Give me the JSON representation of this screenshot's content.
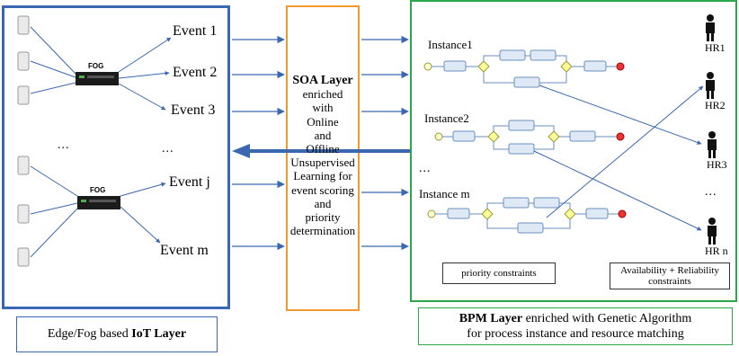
{
  "events": [
    "Event 1",
    "Event 2",
    "Event 3",
    "Event j",
    "Event m"
  ],
  "ellipsis_left": "...",
  "ellipsis_mid": "...",
  "fog_label": "FOG",
  "soa": {
    "title": "SOA Layer",
    "lines": [
      "enriched",
      "with",
      "Online",
      "and",
      "Offline",
      "Unsupervised",
      "Learning for",
      "event scoring",
      "and",
      "priority",
      "determination"
    ]
  },
  "instances": [
    "Instance1",
    "Instance2",
    "Instance m"
  ],
  "instance_ellipsis": "...",
  "hr": [
    "HR1",
    "HR2",
    "HR3",
    "HR n"
  ],
  "hr_ellipsis": "...",
  "constraints": {
    "priority": "priority constraints",
    "availability": "Availability + Reliability constraints"
  },
  "iot_caption": {
    "prefix": "Edge/Fog based ",
    "bold": "IoT Layer"
  },
  "bpm_caption": {
    "bold": "BPM Layer",
    "rest": " enriched with Genetic Algorithm",
    "line2": "for process instance and resource matching"
  },
  "colors": {
    "iot": "#3a67b1",
    "soa": "#f29a2e",
    "bpm": "#2aa84a",
    "arrow": "#3a67b1"
  }
}
